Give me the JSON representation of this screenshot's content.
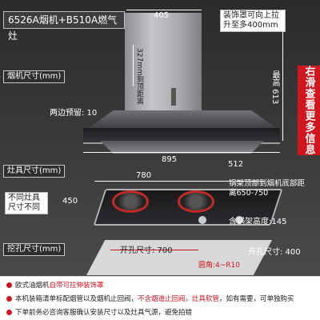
{
  "header": {
    "title": "6526A烟机+B510A燃气灶"
  },
  "tags": {
    "hood_size": "烟机尺寸(mm)",
    "stove_size": "灶具尺寸(mm)",
    "cutout_size": "挖孔尺寸(mm)"
  },
  "side_badge": {
    "label": "右滑查看更多信息"
  },
  "hood_dims": {
    "top_width": "405",
    "chimney_note": "装饰罩可向上拉升至多400mm",
    "chimney_height": "327mm到顶距离",
    "total_height": "最高 613",
    "side_reserve": "两边预留: 10",
    "width": "895",
    "depth": "512"
  },
  "stove_dims": {
    "width": "780",
    "depth": "450",
    "not_same_note": "不同灶具尺寸不同",
    "bracket_note": "锅架顶部到烟机底部距离650-750",
    "height": "含锅架高度:145"
  },
  "cutout_dims": {
    "width": "开孔尺寸: 700",
    "depth": "开孔尺寸: 400",
    "corner": "圆角:4~R10"
  },
  "footer": {
    "line1_a": "欧式油烟机",
    "line1_b": "自带可拉伸装饰罩",
    "line2_a": "本机装箱清单标配烟管以及烟机止回阀，",
    "line2_b": "不含烟道止回阀，灶具软管",
    "line2_c": "，如有需要，可单独购买",
    "line3": "下单前务必咨询客服确认安装尺寸以及灶具气源，避免拍错"
  },
  "colors": {
    "accent": "#d0161e",
    "background": "#2b2b2b"
  }
}
